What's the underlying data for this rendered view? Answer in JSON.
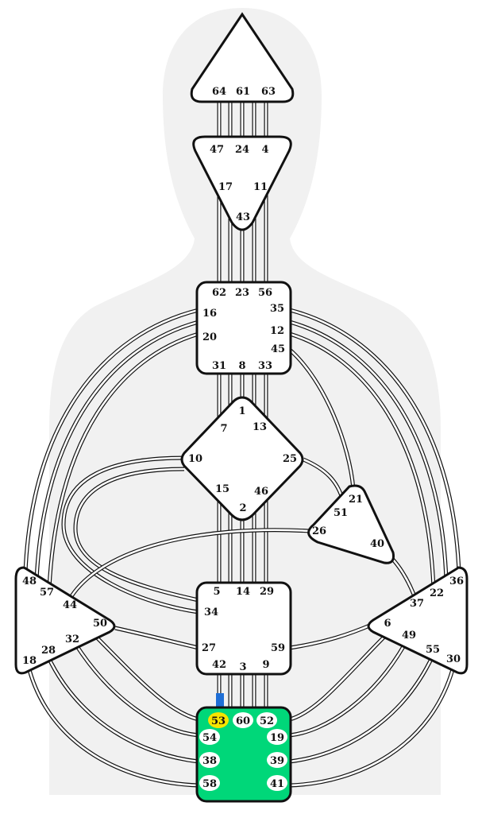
{
  "colors": {
    "silhouette": "#f1f1f1",
    "outline": "#111111",
    "center_defined": "#00d779",
    "center_undefined": "#ffffff",
    "gate_highlight": "#f7e400",
    "activation_marker": "#1f6fd6"
  },
  "centers": {
    "head": {
      "defined": false,
      "gates": {
        "g64": "64",
        "g61": "61",
        "g63": "63"
      }
    },
    "ajna": {
      "defined": false,
      "gates": {
        "g47": "47",
        "g24": "24",
        "g4": "4",
        "g17": "17",
        "g11": "11",
        "g43": "43"
      }
    },
    "throat": {
      "defined": false,
      "gates": {
        "g62": "62",
        "g23": "23",
        "g56": "56",
        "g16": "16",
        "g35": "35",
        "g20": "20",
        "g12": "12",
        "g45": "45",
        "g31": "31",
        "g8": "8",
        "g33": "33"
      }
    },
    "g": {
      "defined": false,
      "gates": {
        "g1": "1",
        "g7": "7",
        "g13": "13",
        "g10": "10",
        "g25": "25",
        "g15": "15",
        "g46": "46",
        "g2": "2"
      }
    },
    "heart": {
      "defined": false,
      "gates": {
        "g21": "21",
        "g51": "51",
        "g26": "26",
        "g40": "40"
      }
    },
    "sacral": {
      "defined": false,
      "gates": {
        "g5": "5",
        "g14": "14",
        "g29": "29",
        "g34": "34",
        "g27": "27",
        "g59": "59",
        "g42": "42",
        "g3": "3",
        "g9": "9"
      }
    },
    "spleen": {
      "defined": false,
      "gates": {
        "g48": "48",
        "g57": "57",
        "g44": "44",
        "g50": "50",
        "g32": "32",
        "g28": "28",
        "g18": "18"
      }
    },
    "solar": {
      "defined": false,
      "gates": {
        "g36": "36",
        "g22": "22",
        "g37": "37",
        "g6": "6",
        "g49": "49",
        "g55": "55",
        "g30": "30"
      }
    },
    "root": {
      "defined": true,
      "gates": {
        "g53": "53",
        "g60": "60",
        "g52": "52",
        "g54": "54",
        "g19": "19",
        "g38": "38",
        "g39": "39",
        "g58": "58",
        "g41": "41"
      }
    }
  },
  "highlighted_gates": [
    "53"
  ],
  "activated_channel_segments": [
    "53"
  ]
}
